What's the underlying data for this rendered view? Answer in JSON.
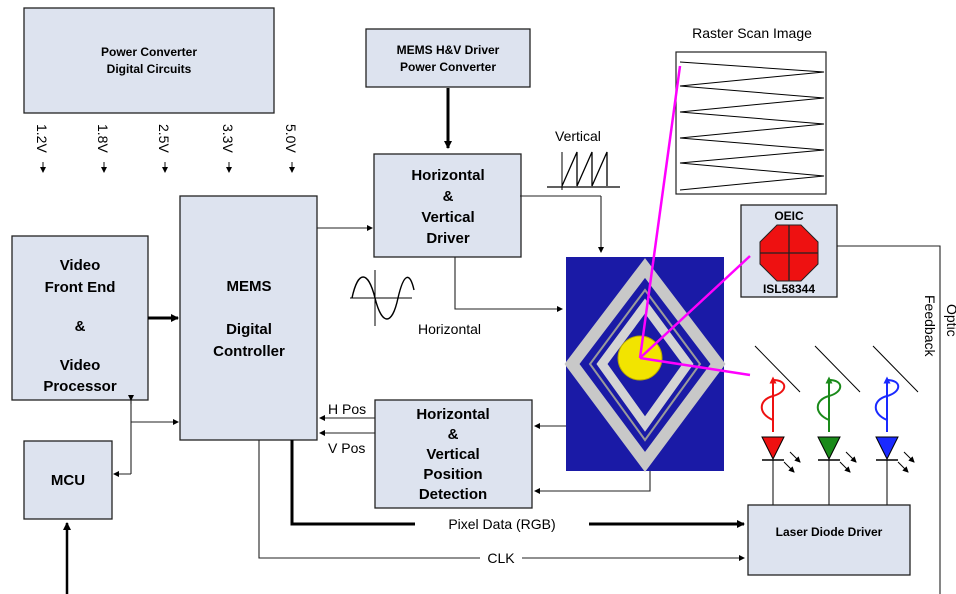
{
  "power_converter": {
    "line1": "Power Converter",
    "line2": "Digital Circuits"
  },
  "voltages": [
    "1.2V",
    "1.8V",
    "2.5V",
    "3.3V",
    "5.0V"
  ],
  "mems_driver_power": {
    "line1": "MEMS H&V Driver",
    "line2": "Power Converter"
  },
  "raster": {
    "title": "Raster Scan Image"
  },
  "waveforms": {
    "vertical": "Vertical",
    "horizontal": "Horizontal"
  },
  "hv_driver": {
    "line1": "Horizontal",
    "line2": "&",
    "line3": "Vertical",
    "line4": "Driver"
  },
  "video": {
    "line1": "Video",
    "line2": "Front End",
    "line3": "&",
    "line4": "Video",
    "line5": "Processor"
  },
  "mems_controller": {
    "line1": "MEMS",
    "line2": "Digital",
    "line3": "Controller"
  },
  "oeic": {
    "top": "OEIC",
    "bottom": "ISL58344"
  },
  "optic_feedback": {
    "line1": "Optic",
    "line2": "Feedback"
  },
  "position_detection": {
    "line1": "Horizontal",
    "line2": "&",
    "line3": "Vertical",
    "line4": "Position",
    "line5": "Detection"
  },
  "signals": {
    "h_pos": "H Pos",
    "v_pos": "V Pos",
    "pixel_data": "Pixel Data (RGB)",
    "clk": "CLK"
  },
  "mcu": {
    "label": "MCU"
  },
  "laser_driver": {
    "label": "Laser Diode Driver"
  },
  "colors": {
    "box_fill": "#dde3ef",
    "mems_bg": "#1a1aa6",
    "oeic_red": "#ee1111",
    "beam": "#ff00ff",
    "laser_red": "#ee1111",
    "laser_green": "#1a8a1a",
    "laser_blue": "#1a2aff"
  }
}
